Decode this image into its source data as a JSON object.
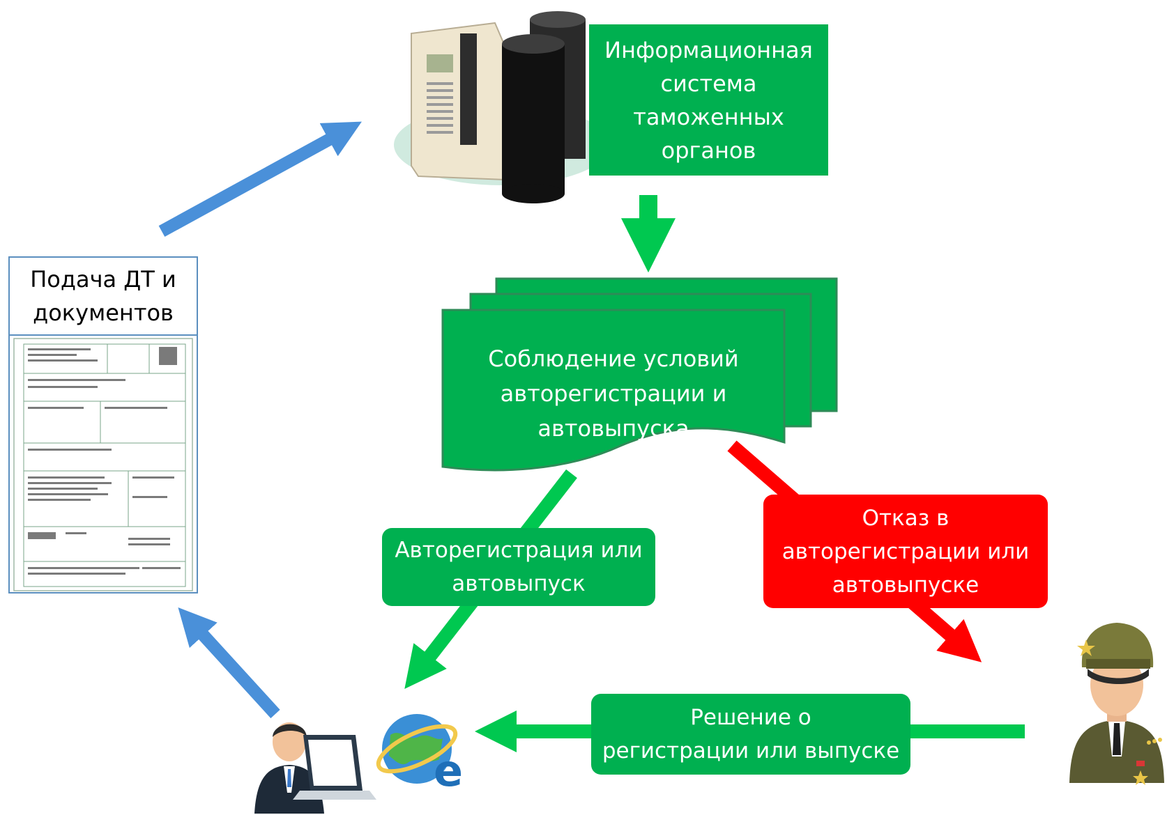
{
  "nodes": {
    "info_system": {
      "lines": [
        "Информационная",
        "система",
        "таможенных",
        "органов"
      ]
    },
    "conditions": {
      "lines": [
        "Соблюдение условий",
        "авторегистрации и",
        "автовыпуска"
      ]
    },
    "auto": {
      "lines": [
        "Авторегистрация или",
        "автовыпуск"
      ]
    },
    "refusal": {
      "lines": [
        "Отказ в",
        "авторегистрации или",
        "автовыпуске"
      ]
    },
    "decision": {
      "lines": [
        "Решение о",
        "регистрации или выпуске"
      ]
    },
    "submission": {
      "lines": [
        "Подача ДТ и",
        "документов"
      ]
    }
  },
  "colors": {
    "green": "#00b050",
    "red": "#ff0000",
    "blue_arrow": "#4a90d9",
    "green_arrow": "#00c850",
    "red_arrow": "#ff0000"
  },
  "icons": [
    "server-icon",
    "document-form-icon",
    "user-computer-icon",
    "internet-explorer-icon",
    "customs-officer-icon"
  ]
}
